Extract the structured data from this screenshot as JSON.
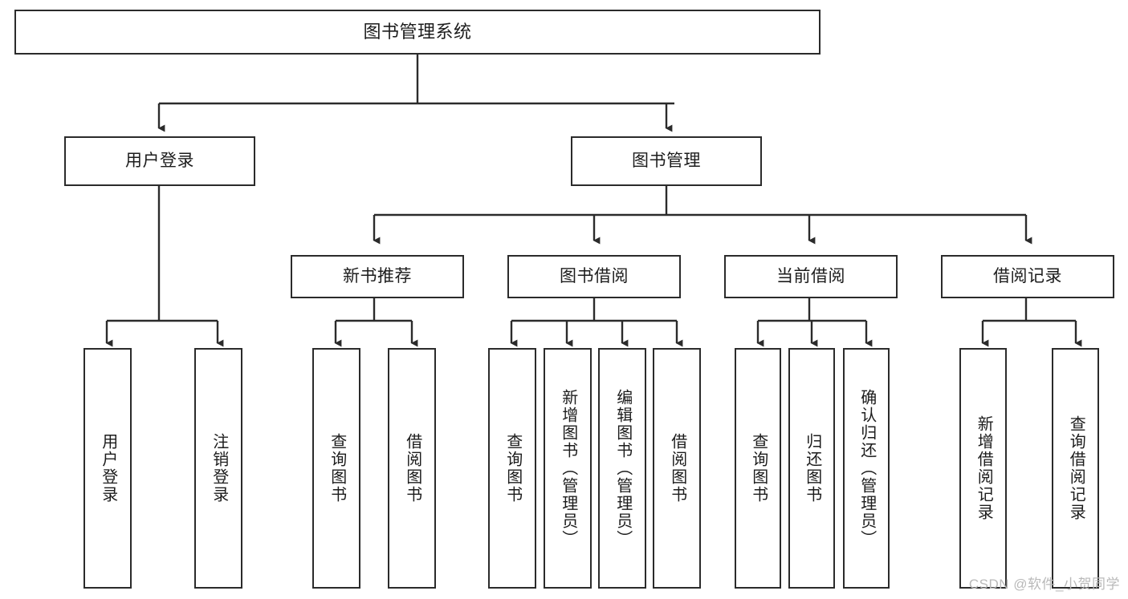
{
  "diagram": {
    "title": "图书管理系统",
    "type": "tree-hierarchy",
    "orientation": "top-down",
    "colors": {
      "box_border": "#2b2b2b",
      "box_fill": "#ffffff",
      "connector": "#2b2b2b",
      "text": "#1c1c1c",
      "watermark": "#b9b9b9",
      "background": "#ffffff"
    }
  },
  "root": {
    "label": "图书管理系统"
  },
  "level2": [
    {
      "label": "用户登录"
    },
    {
      "label": "图书管理"
    }
  ],
  "level3": [
    {
      "label": "新书推荐"
    },
    {
      "label": "图书借阅"
    },
    {
      "label": "当前借阅"
    },
    {
      "label": "借阅记录"
    }
  ],
  "leaves": {
    "user_login": [
      {
        "label": "用户登录"
      },
      {
        "label": "注销登录"
      }
    ],
    "new_book_recommend": [
      {
        "label": "查询图书"
      },
      {
        "label": "借阅图书"
      }
    ],
    "book_borrow": [
      {
        "label": "查询图书"
      },
      {
        "label": "新增图书（管理员）"
      },
      {
        "label": "编辑图书（管理员）"
      },
      {
        "label": "借阅图书"
      }
    ],
    "current_borrow": [
      {
        "label": "查询图书"
      },
      {
        "label": "归还图书"
      },
      {
        "label": "确认归还（管理员）"
      }
    ],
    "borrow_record": [
      {
        "label": "新增借阅记录"
      },
      {
        "label": "查询借阅记录"
      }
    ]
  },
  "watermark": {
    "text": "CSDN @软件_小贺同学"
  }
}
